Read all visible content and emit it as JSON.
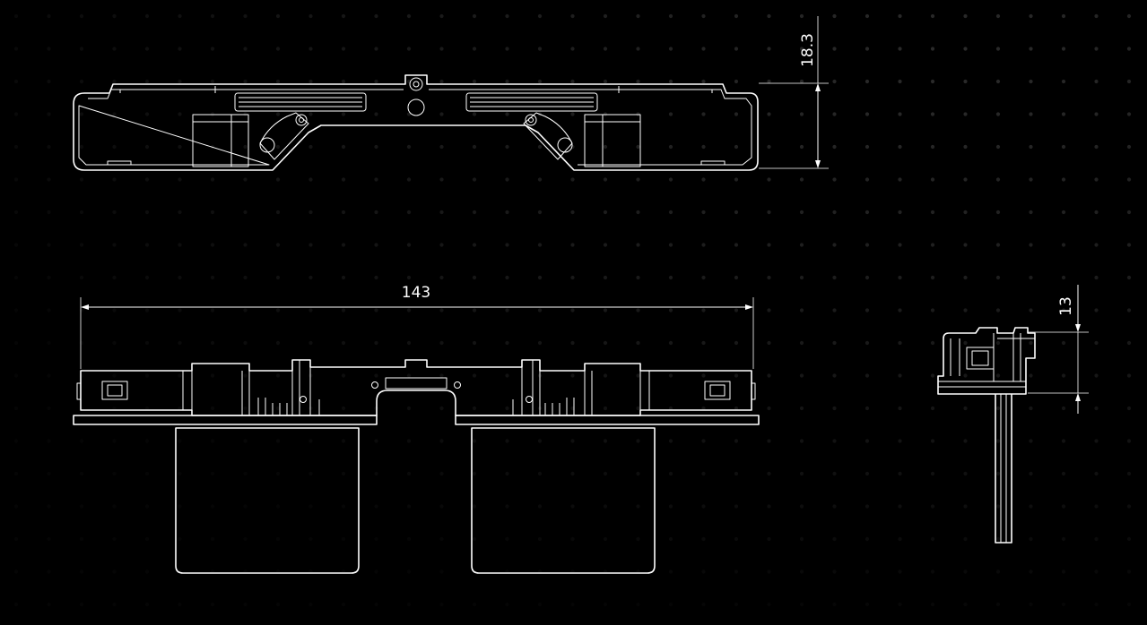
{
  "colors": {
    "background": "#000000",
    "line": "#ffffff",
    "grid_dot": "#2b2b2b"
  },
  "views": {
    "top_view": {
      "dimension_label": "18.3"
    },
    "front_view": {
      "dimension_label": "143"
    },
    "side_view": {
      "dimension_label": "13"
    }
  }
}
